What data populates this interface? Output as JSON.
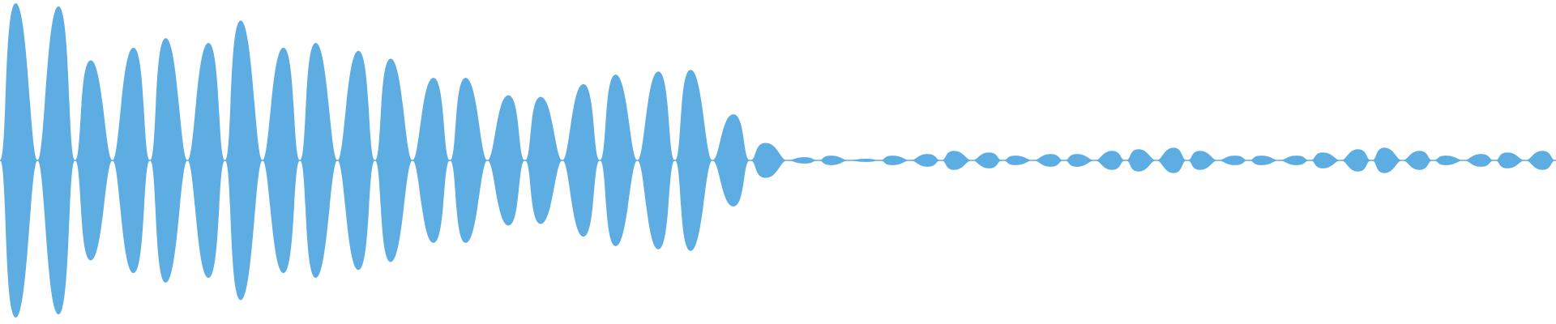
{
  "waveform": {
    "fill_color": "#5dade2",
    "amplitudes": [
      0.99,
      0.97,
      0.63,
      0.71,
      0.77,
      0.74,
      0.88,
      0.71,
      0.74,
      0.69,
      0.64,
      0.52,
      0.52,
      0.41,
      0.4,
      0.48,
      0.54,
      0.56,
      0.57,
      0.29,
      0.11,
      0.02,
      0.03,
      0.01,
      0.03,
      0.04,
      0.06,
      0.05,
      0.03,
      0.04,
      0.04,
      0.06,
      0.07,
      0.08,
      0.06,
      0.03,
      0.03,
      0.03,
      0.05,
      0.07,
      0.08,
      0.06,
      0.03,
      0.04,
      0.05,
      0.06
    ]
  }
}
